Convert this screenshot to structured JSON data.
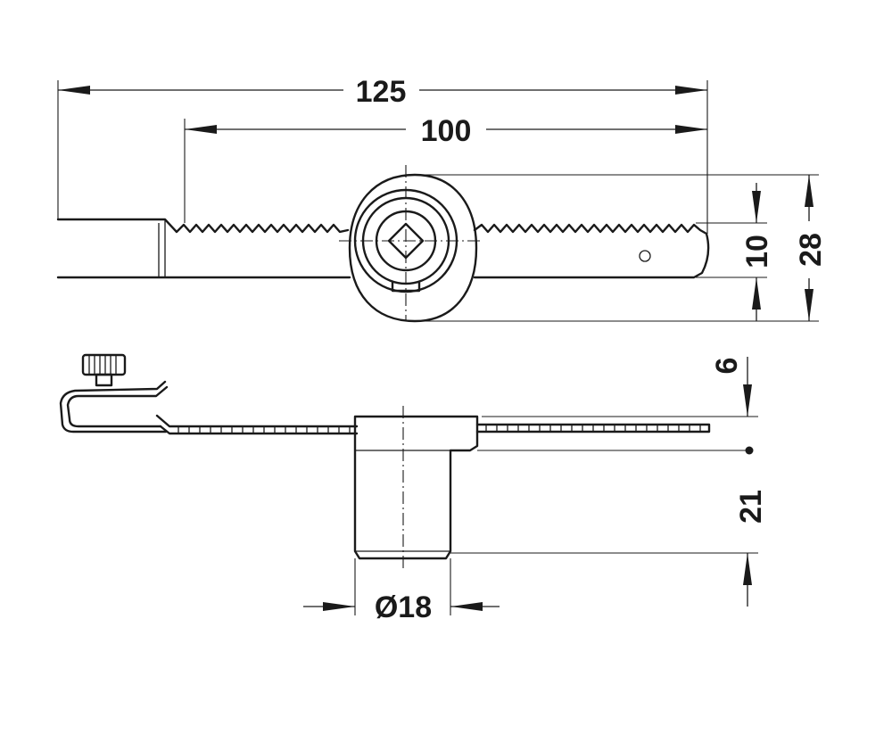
{
  "dimensions": {
    "overall_length": "125",
    "rack_length": "100",
    "rack_width": "10",
    "housing_height": "28",
    "plate_offset": "6",
    "cylinder_length": "21",
    "cylinder_diameter": "Ø18"
  }
}
